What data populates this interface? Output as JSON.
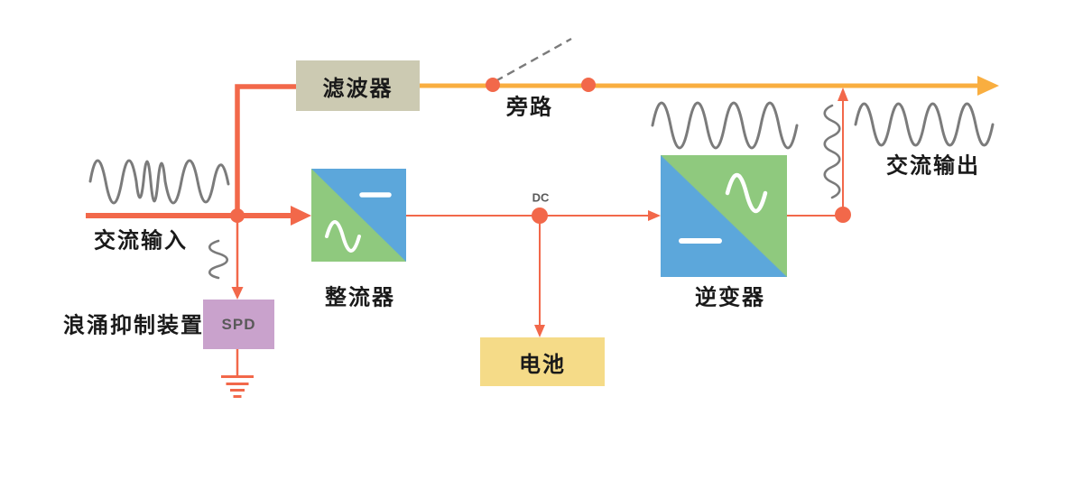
{
  "labels": {
    "ac_input": "交流输入",
    "filter": "滤波器",
    "bypass": "旁路",
    "rectifier": "整流器",
    "inverter": "逆变器",
    "surge_device": "浪涌抑制装置",
    "spd": "SPD",
    "dc": "DC",
    "battery": "电池",
    "ac_output": "交流输出"
  },
  "colors": {
    "accent_red": "#F2684A",
    "accent_orange": "#F9AE40",
    "filter_box": "#CCCAB2",
    "converter_green": "#8FC97E",
    "converter_blue": "#5CA7DB",
    "spd_box": "#C9A2CC",
    "battery_box": "#F5DB88",
    "wave_gray": "#7B7B7B",
    "text_dark": "#1A1A1A",
    "text_gray": "#595959"
  }
}
